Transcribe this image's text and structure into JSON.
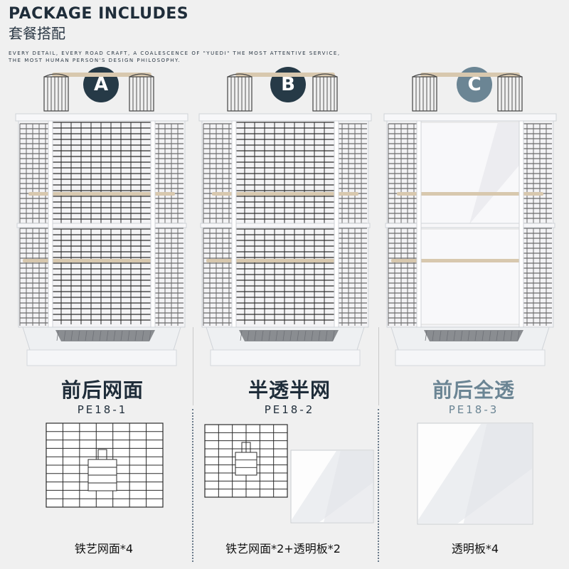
{
  "header": {
    "title": "PACKAGE INCLUDES",
    "subtitle": "套餐搭配",
    "tagline": "EVERY DETAIL, EVERY ROAD CRAFT, A COALESCENCE OF \"YUEDI\" THE MOST ATTENTIVE SERVICE, THE MOST HUMAN PERSON'S DESIGN PHILOSOPHY."
  },
  "options": [
    {
      "badge": "A",
      "name": "前后网面",
      "code": "PE18-1",
      "caption": "铁艺网面*4",
      "badge_color": "#263a47",
      "name_color": "#1f2d3a"
    },
    {
      "badge": "B",
      "name": "半透半网",
      "code": "PE18-2",
      "caption": "铁艺网面*2+透明板*2",
      "badge_color": "#263a47",
      "name_color": "#1f2d3a"
    },
    {
      "badge": "C",
      "name": "前后全透",
      "code": "PE18-3",
      "caption": "透明板*4",
      "badge_color": "#6b8594",
      "name_color": "#6b8594"
    }
  ]
}
